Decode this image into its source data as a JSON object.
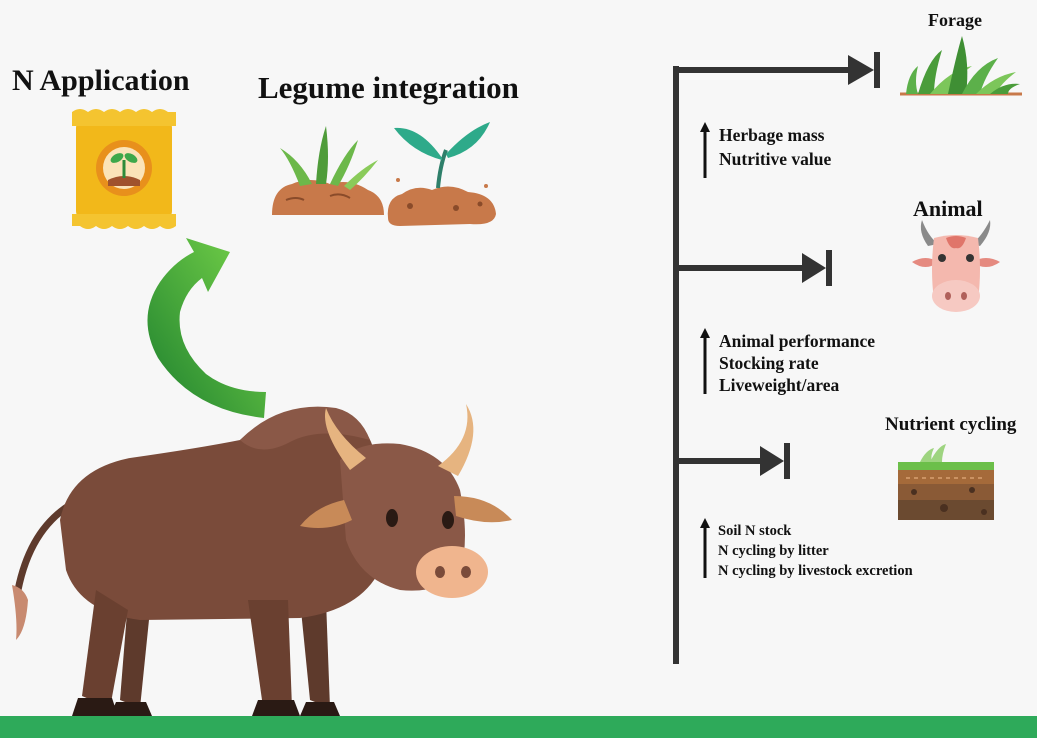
{
  "inputs": {
    "n_application": "N Application",
    "legume_integration": "Legume integration"
  },
  "outcomes": [
    {
      "label": "Forage",
      "icon": "grass-icon",
      "effects": [
        "Herbage mass",
        "Nutritive value"
      ]
    },
    {
      "label": "Animal",
      "icon": "cow-face-icon",
      "effects": [
        "Animal performance",
        "Stocking rate",
        "Liveweight/area"
      ]
    },
    {
      "label": "Nutrient cycling",
      "icon": "soil-profile-icon",
      "effects": [
        "Soil N stock",
        "N cycling by litter",
        "N cycling by livestock excretion"
      ]
    }
  ],
  "colors": {
    "background": "#f7f7f7",
    "ground": "#2eaa5a",
    "connector": "#333333",
    "cycle_arrow": "#2e9d3c",
    "bull": "#7a4b3a"
  }
}
